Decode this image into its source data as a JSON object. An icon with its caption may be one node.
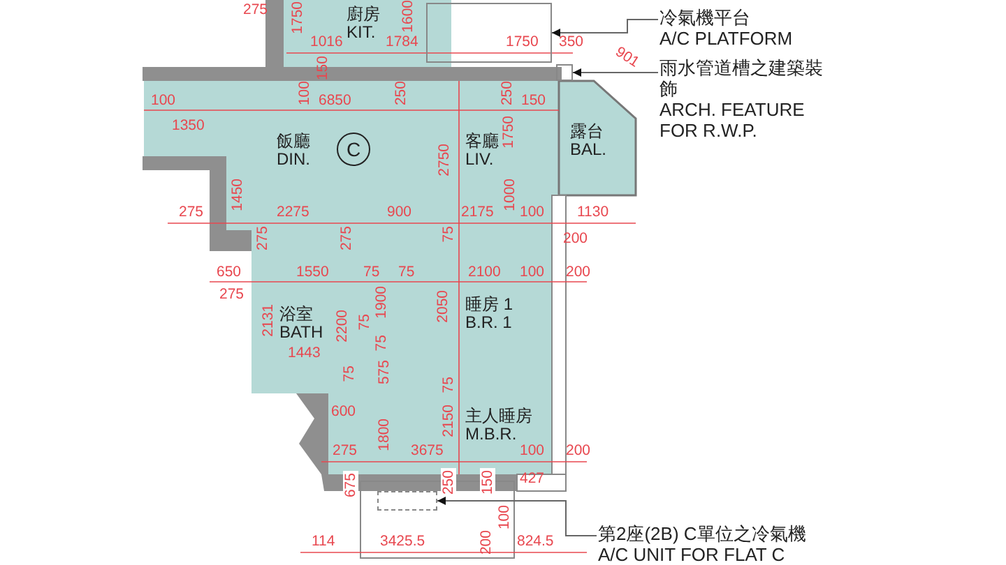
{
  "diagram": {
    "nodes": [
      {
        "text": [
          "廚房",
          "KIT."
        ]
      },
      {
        "text": [
          "冷氣機平台",
          "A/C PLATFORM"
        ]
      },
      {
        "text": [],
        "shape": "box"
      },
      {
        "text": [
          "雨水管道槽之建築裝飾",
          "ARCH. FEATURE FOR R.W.P."
        ]
      },
      {
        "text": [],
        "shape": "box"
      },
      {
        "text": [
          "飯廳",
          "DIN."
        ]
      },
      {
        "text": [
          "C"
        ]
      },
      {
        "text": [
          "客廳",
          "LIV."
        ]
      },
      {
        "text": [
          "露台",
          "BAL."
        ]
      },
      {
        "text": [
          "浴室",
          "BATH"
        ]
      },
      {
        "text": [
          "睡房 1",
          "B.R. 1"
        ]
      },
      {
        "text": [
          "主人睡房",
          "M.B.R."
        ]
      },
      {
        "text": [
          "第2座(2B) C單位之冷氣機",
          "A/C UNIT FOR FLAT C"
        ]
      },
      {
        "text": [],
        "shape": "box"
      }
    ],
    "edges": [
      {
        "from": 1,
        "to": 2,
        "arrow": "to"
      },
      {
        "from": 3,
        "to": 4,
        "arrow": "to"
      },
      {
        "from": 12,
        "to": 13,
        "arrow": "to"
      }
    ],
    "labels": [
      "275",
      "1750",
      "1600",
      "1016",
      "1784",
      "1750",
      "350",
      "901",
      "150",
      "100",
      "250",
      "100",
      "6850",
      "250",
      "150",
      "1350",
      "1750",
      "2750",
      "1450",
      "1000",
      "275",
      "2275",
      "900",
      "2175",
      "100",
      "1130",
      "275",
      "275",
      "75",
      "200",
      "650",
      "1550",
      "75",
      "75",
      "2100",
      "100",
      "200",
      "275",
      "1900",
      "2050",
      "2131",
      "2200",
      "75",
      "75",
      "1443",
      "75",
      "575",
      "75",
      "600",
      "2150",
      "1800",
      "275",
      "3675",
      "100",
      "200",
      "427",
      "675",
      "250",
      "150",
      "100",
      "200",
      "114",
      "3425.5",
      "824.5"
    ]
  }
}
